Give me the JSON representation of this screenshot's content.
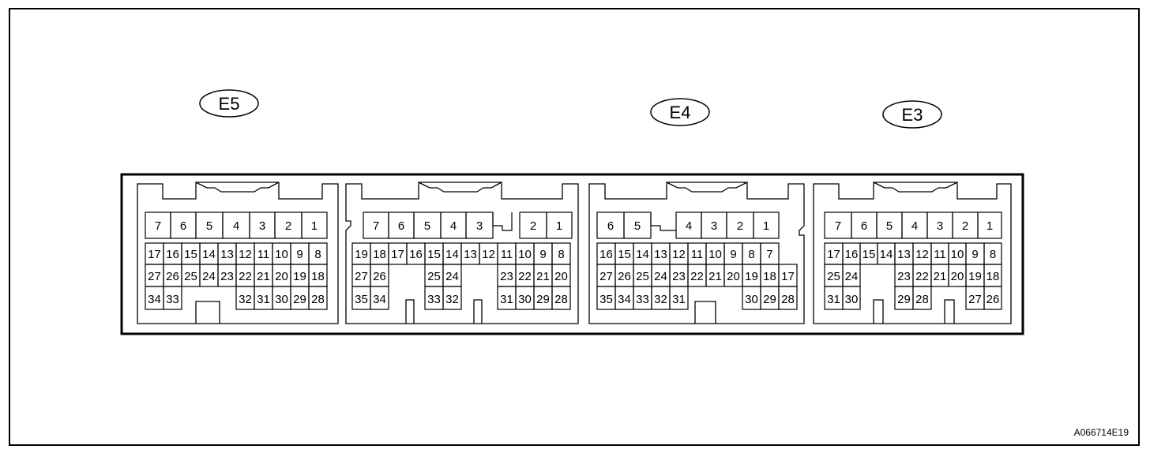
{
  "colors": {
    "line": "#000000",
    "background": "#ffffff"
  },
  "figure_id": "A066714E19",
  "connectors": [
    {
      "id": "E5",
      "label": "E5",
      "rows": [
        [
          "7",
          "6",
          "5",
          "4",
          "3",
          "2",
          "1"
        ],
        [
          "17",
          "16",
          "15",
          "14",
          "13",
          "12",
          "11",
          "10",
          "9",
          "8"
        ],
        [
          "27",
          "26",
          "25",
          "24",
          "23",
          "22",
          "21",
          "20",
          "19",
          "18"
        ],
        [
          "34",
          "33",
          "",
          "",
          "",
          "32",
          "31",
          "30",
          "29",
          "28"
        ]
      ]
    },
    {
      "id": "E6",
      "label": "",
      "rows": [
        [
          "",
          "7",
          "6",
          "5",
          "4",
          "3",
          "",
          "2",
          "1"
        ],
        [
          "19",
          "18",
          "17",
          "16",
          "15",
          "14",
          "13",
          "12",
          "11",
          "10",
          "9",
          "8"
        ],
        [
          "27",
          "26",
          "",
          "",
          "25",
          "24",
          "",
          "",
          "23",
          "22",
          "21",
          "20"
        ],
        [
          "35",
          "34",
          "",
          "",
          "33",
          "32",
          "",
          "",
          "31",
          "30",
          "29",
          "28"
        ]
      ]
    },
    {
      "id": "E4",
      "label": "E4",
      "rows": [
        [
          "6",
          "5",
          "",
          "4",
          "3",
          "2",
          "1"
        ],
        [
          "16",
          "15",
          "14",
          "13",
          "12",
          "11",
          "10",
          "9",
          "8",
          "7"
        ],
        [
          "27",
          "26",
          "25",
          "24",
          "23",
          "22",
          "21",
          "20",
          "19",
          "18",
          "17"
        ],
        [
          "35",
          "34",
          "33",
          "32",
          "31",
          "",
          "",
          "",
          "30",
          "29",
          "28"
        ]
      ]
    },
    {
      "id": "E3",
      "label": "E3",
      "rows": [
        [
          "7",
          "6",
          "5",
          "4",
          "3",
          "2",
          "1"
        ],
        [
          "17",
          "16",
          "15",
          "14",
          "13",
          "12",
          "11",
          "10",
          "9",
          "8"
        ],
        [
          "25",
          "24",
          "",
          "",
          "23",
          "22",
          "21",
          "20",
          "19",
          "18"
        ],
        [
          "31",
          "30",
          "",
          "",
          "29",
          "28",
          "",
          "",
          "27",
          "26"
        ]
      ]
    }
  ]
}
